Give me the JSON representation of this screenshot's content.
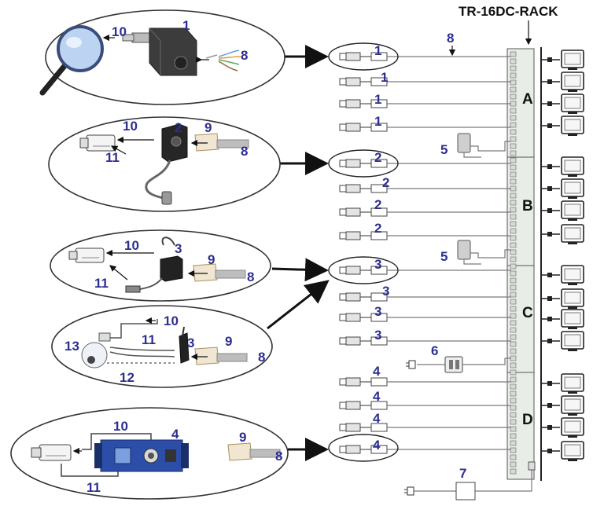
{
  "title": "TR-16DC-RACK",
  "rack_sections": [
    "A",
    "B",
    "C",
    "D"
  ],
  "callouts": {
    "top_cable": "8",
    "power_supply_a": "5",
    "power_supply_b": "5",
    "power_adapter_c": "6",
    "main_power": "7"
  },
  "balun_labels": {
    "a": [
      "1",
      "1",
      "1",
      "1"
    ],
    "b": [
      "2",
      "2",
      "2",
      "2"
    ],
    "c": [
      "3",
      "3",
      "3",
      "3"
    ],
    "d": [
      "4",
      "4",
      "4",
      "4"
    ]
  },
  "details": {
    "d1": {
      "cable": "10",
      "device": "1",
      "utp": "8"
    },
    "d2": {
      "cable": "10",
      "device": "2",
      "jack": "9",
      "utp": "8",
      "power": "11"
    },
    "d3": {
      "cable": "10",
      "device": "3",
      "jack": "9",
      "utp": "8",
      "power": "11"
    },
    "d4": {
      "cable": "10",
      "camera": "13",
      "power": "11",
      "device": "3",
      "jack": "9",
      "utp": "8",
      "data": "12"
    },
    "d5": {
      "cable": "10",
      "device": "4",
      "jack": "9",
      "utp": "8",
      "power": "11"
    }
  },
  "colors": {
    "label": "#2d2f8f",
    "rack": "#e9ede8",
    "balun_blue": "#2c4ea8"
  }
}
